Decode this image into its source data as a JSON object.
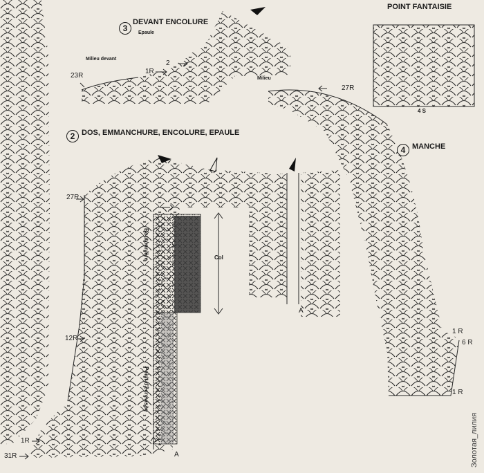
{
  "title_point": "POINT FANTAISIE",
  "swatch_repeat": "4 S",
  "sections": {
    "devant": {
      "number": "3",
      "title": "DEVANT ENCOLURE",
      "sub": "Epaule"
    },
    "dos": {
      "number": "2",
      "title": "DOS, EMMANCHURE, ENCOLURE, EPAULE"
    },
    "manche": {
      "number": "4",
      "title": "MANCHE"
    }
  },
  "labels": {
    "milieu_devant": "Milieu devant",
    "milieu": "Milieu",
    "r23": "23R",
    "r1_devant": "1R",
    "arrow_2": "2",
    "r27_manche": "27R",
    "r27_dos": "27R",
    "r12": "12R",
    "r1_dos": "1R",
    "r31": "31R",
    "r1_manche_top": "1 R",
    "r6": "6 R",
    "r1_manche_bottom": "1 R",
    "point_a_dos": "A",
    "point_a_col": "A",
    "col": "Col",
    "boutonniere": "Boutonnière",
    "point_ecrevisse": "Point d'écrevisse"
  },
  "watermark": "Золотая_лилия"
}
